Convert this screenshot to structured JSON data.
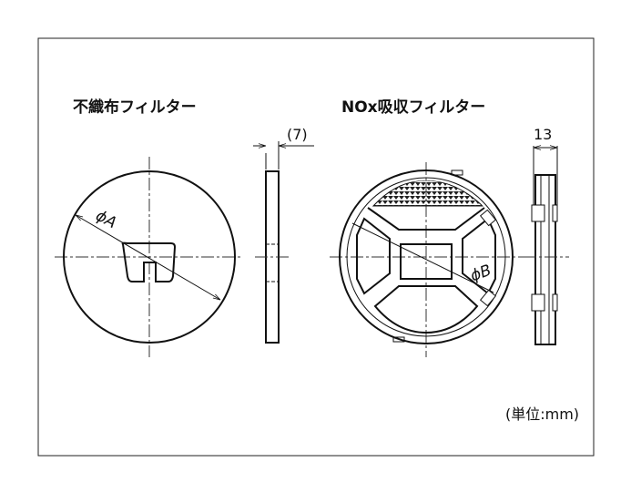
{
  "diagram": {
    "left_title": "不織布フィルター",
    "right_title": "NOx吸収フィルター",
    "left_thickness": "(7)",
    "right_thickness": "13",
    "left_diameter": "ϕA",
    "right_diameter": "ϕB",
    "unit_note": "(単位:mm)"
  }
}
